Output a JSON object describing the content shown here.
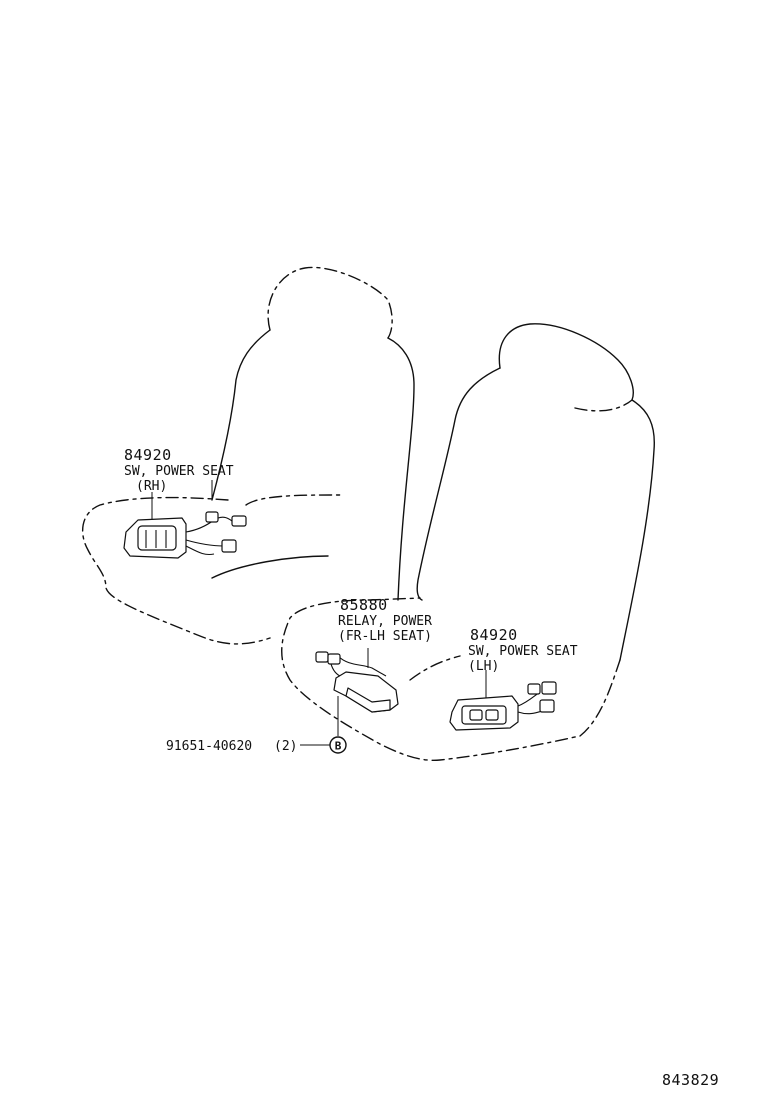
{
  "parts": [
    {
      "number": "84920",
      "line1": "SW, POWER SEAT",
      "line2": "(RH)"
    },
    {
      "number": "85880",
      "line1": "RELAY, POWER",
      "line2": "(FR-LH SEAT)"
    },
    {
      "number": "84920",
      "line1": "SW, POWER SEAT",
      "line2": "(LH)"
    }
  ],
  "fastener": {
    "number": "91651-40620",
    "qty": "(2)",
    "symbol": "B"
  },
  "figure_id": "843829"
}
